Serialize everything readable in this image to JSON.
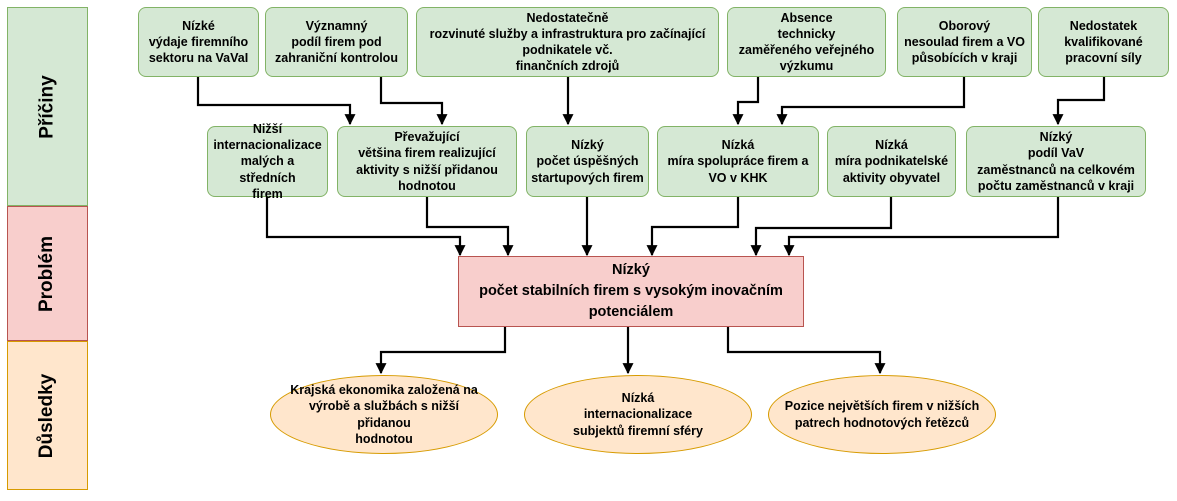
{
  "sections": {
    "causes": "Příčiny",
    "problem": "Problém",
    "consequences": "Důsledky"
  },
  "top_causes": [
    "Nízké\nvýdaje firemního\nsektoru na VaVaI",
    "Významný\npodíl firem pod\nzahraniční kontrolou",
    "Nedostatečně\nrozvinuté služby a infrastruktura pro začínající\npodnikatele vč.\nfinančních zdrojů",
    "Absence\ntechnicky\nzaměřeného veřejného\nvýzkumu",
    "Oborový\nnesoulad firem a VO\npůsobících v kraji",
    "Nedostatek\nkvalifikované\npracovní síly"
  ],
  "mid_causes": [
    "Nižší\ninternacionalizace\nmalých a středních\nfirem",
    "Převažující\nvětšina firem realizující\naktivity s nižší přidanou\nhodnotou",
    "Nízký\npočet úspěšných\nstartupových firem",
    "Nízká\nmíra spolupráce firem a\nVO v KHK",
    "Nízká\nmíra podnikatelské\naktivity obyvatel",
    "Nízký\npodíl VaV\nzaměstnanců na celkovém\npočtu zaměstnanců v kraji"
  ],
  "problem": "Nízký\npočet stabilních firem s vysokým inovačním\npotenciálem",
  "consequences": [
    "Krajská ekonomika založená na\nvýrobě a službách s nižší přidanou\nhodnotou",
    "Nízká\ninternacionalizace\nsubjektů firemní sféry",
    "Pozice největších firem v nižších\npatrech hodnotových řetězců"
  ],
  "colors": {
    "causes_band": "#d5e8d4",
    "causes_border": "#82b366",
    "problem_fill": "#f8cecc",
    "problem_border": "#b85450",
    "consequence_fill": "#ffe6cc",
    "consequence_border": "#d79b00"
  }
}
